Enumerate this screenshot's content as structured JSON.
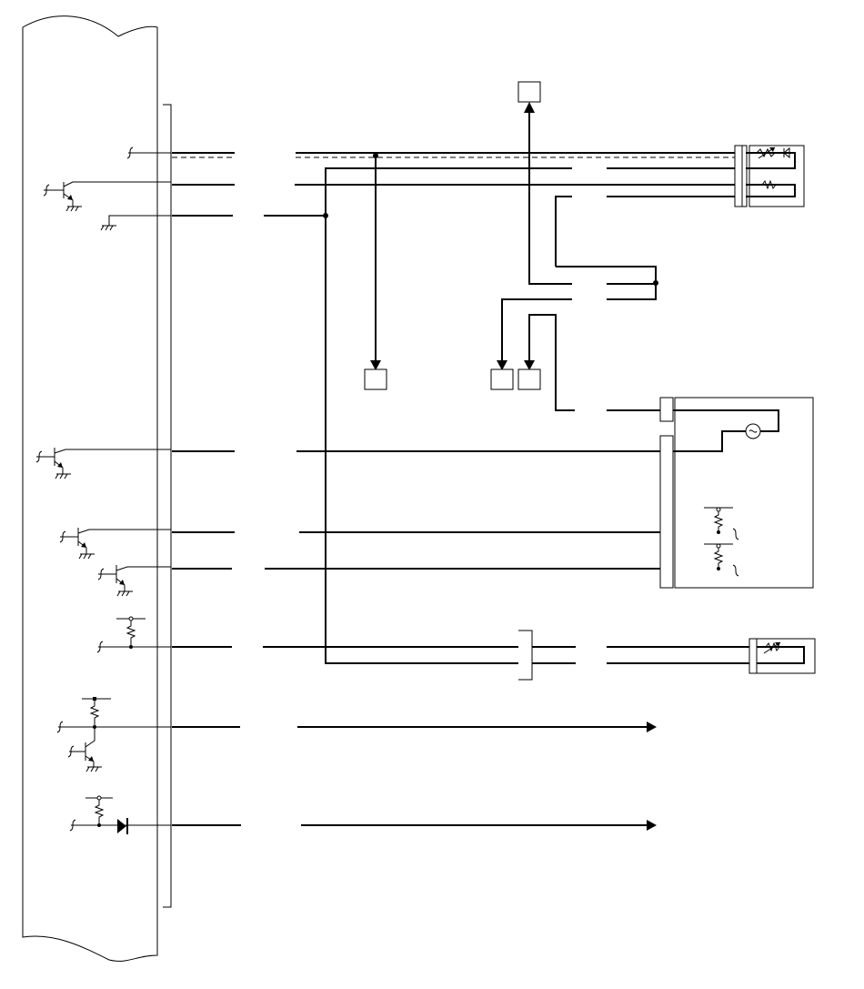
{
  "diagram": {
    "type": "wiring-schematic",
    "labels_visible": false,
    "colors": {
      "line": "#000000",
      "background": "#ffffff"
    },
    "elements": {
      "control_module": "control-module-body",
      "connector_strip": "module-connector-strip",
      "sensors": [
        "sensor-with-diode",
        "sensor-resistor",
        "temperature-sensor"
      ],
      "indicator": "indicator-lamp",
      "output_arrows": 2,
      "unlabeled_boxes": 4
    }
  }
}
